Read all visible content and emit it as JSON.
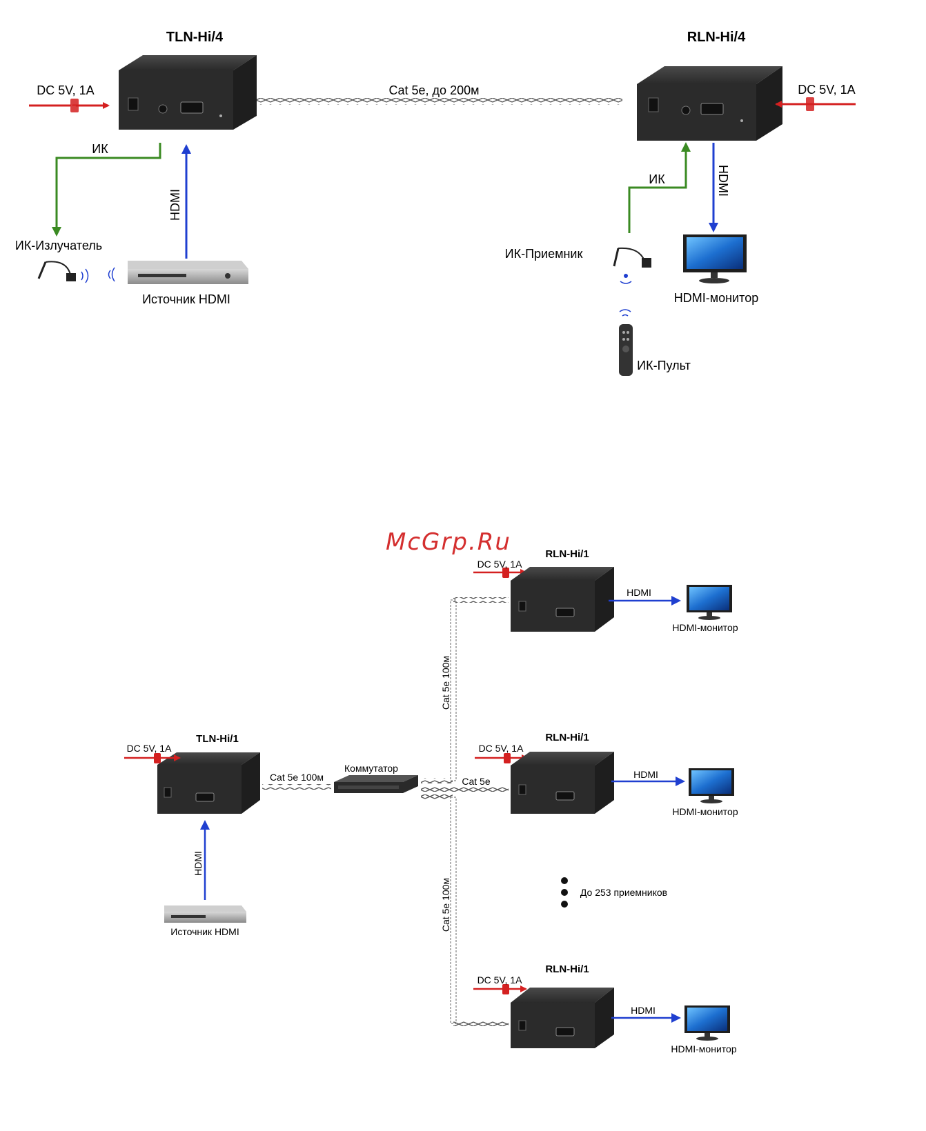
{
  "colors": {
    "power_arrow": "#d42020",
    "hdmi_arrow": "#1f3fd0",
    "ir_arrow": "#3a8a22",
    "device_body": "#2b2b2b",
    "cable": "#555555",
    "watermark": "#d42f2f"
  },
  "diagram1": {
    "transmitter_title": "TLN-Hi/4",
    "receiver_title": "RLN-Hi/4",
    "power_left": "DC 5V, 1A",
    "power_right": "DC 5V, 1A",
    "cable_label": "Cat 5e, до 200м",
    "ir_left": "ИК",
    "ir_right": "ИК",
    "hdmi_left": "HDMI",
    "hdmi_right": "HDMI",
    "ir_emitter": "ИК-Излучатель",
    "hdmi_source": "Источник HDMI",
    "ir_receiver": "ИК-Приемник",
    "hdmi_monitor": "HDMI-монитор",
    "ir_remote": "ИК-Пульт"
  },
  "diagram2": {
    "watermark": "McGrp.Ru",
    "transmitter_title": "TLN-Hi/1",
    "power_tx": "DC 5V, 1A",
    "hdmi_tx": "HDMI",
    "hdmi_source": "Источник HDMI",
    "tx_cable": "Cat 5e 100м",
    "switch_label": "Коммутатор",
    "receivers": [
      {
        "title": "RLN-Hi/1",
        "power": "DC 5V, 1A",
        "hdmi": "HDMI",
        "monitor": "HDMI-монитор"
      },
      {
        "title": "RLN-Hi/1",
        "power": "DC 5V, 1A",
        "hdmi": "HDMI",
        "monitor": "HDMI-монитор"
      },
      {
        "title": "RLN-Hi/1",
        "power": "DC 5V, 1A",
        "hdmi": "HDMI",
        "monitor": "HDMI-монитор"
      }
    ],
    "cable_up": "Cat 5e 100м",
    "cable_mid": "Cat 5e",
    "cable_down": "Cat 5e 100м",
    "max_receivers": "До 253 приемников"
  }
}
